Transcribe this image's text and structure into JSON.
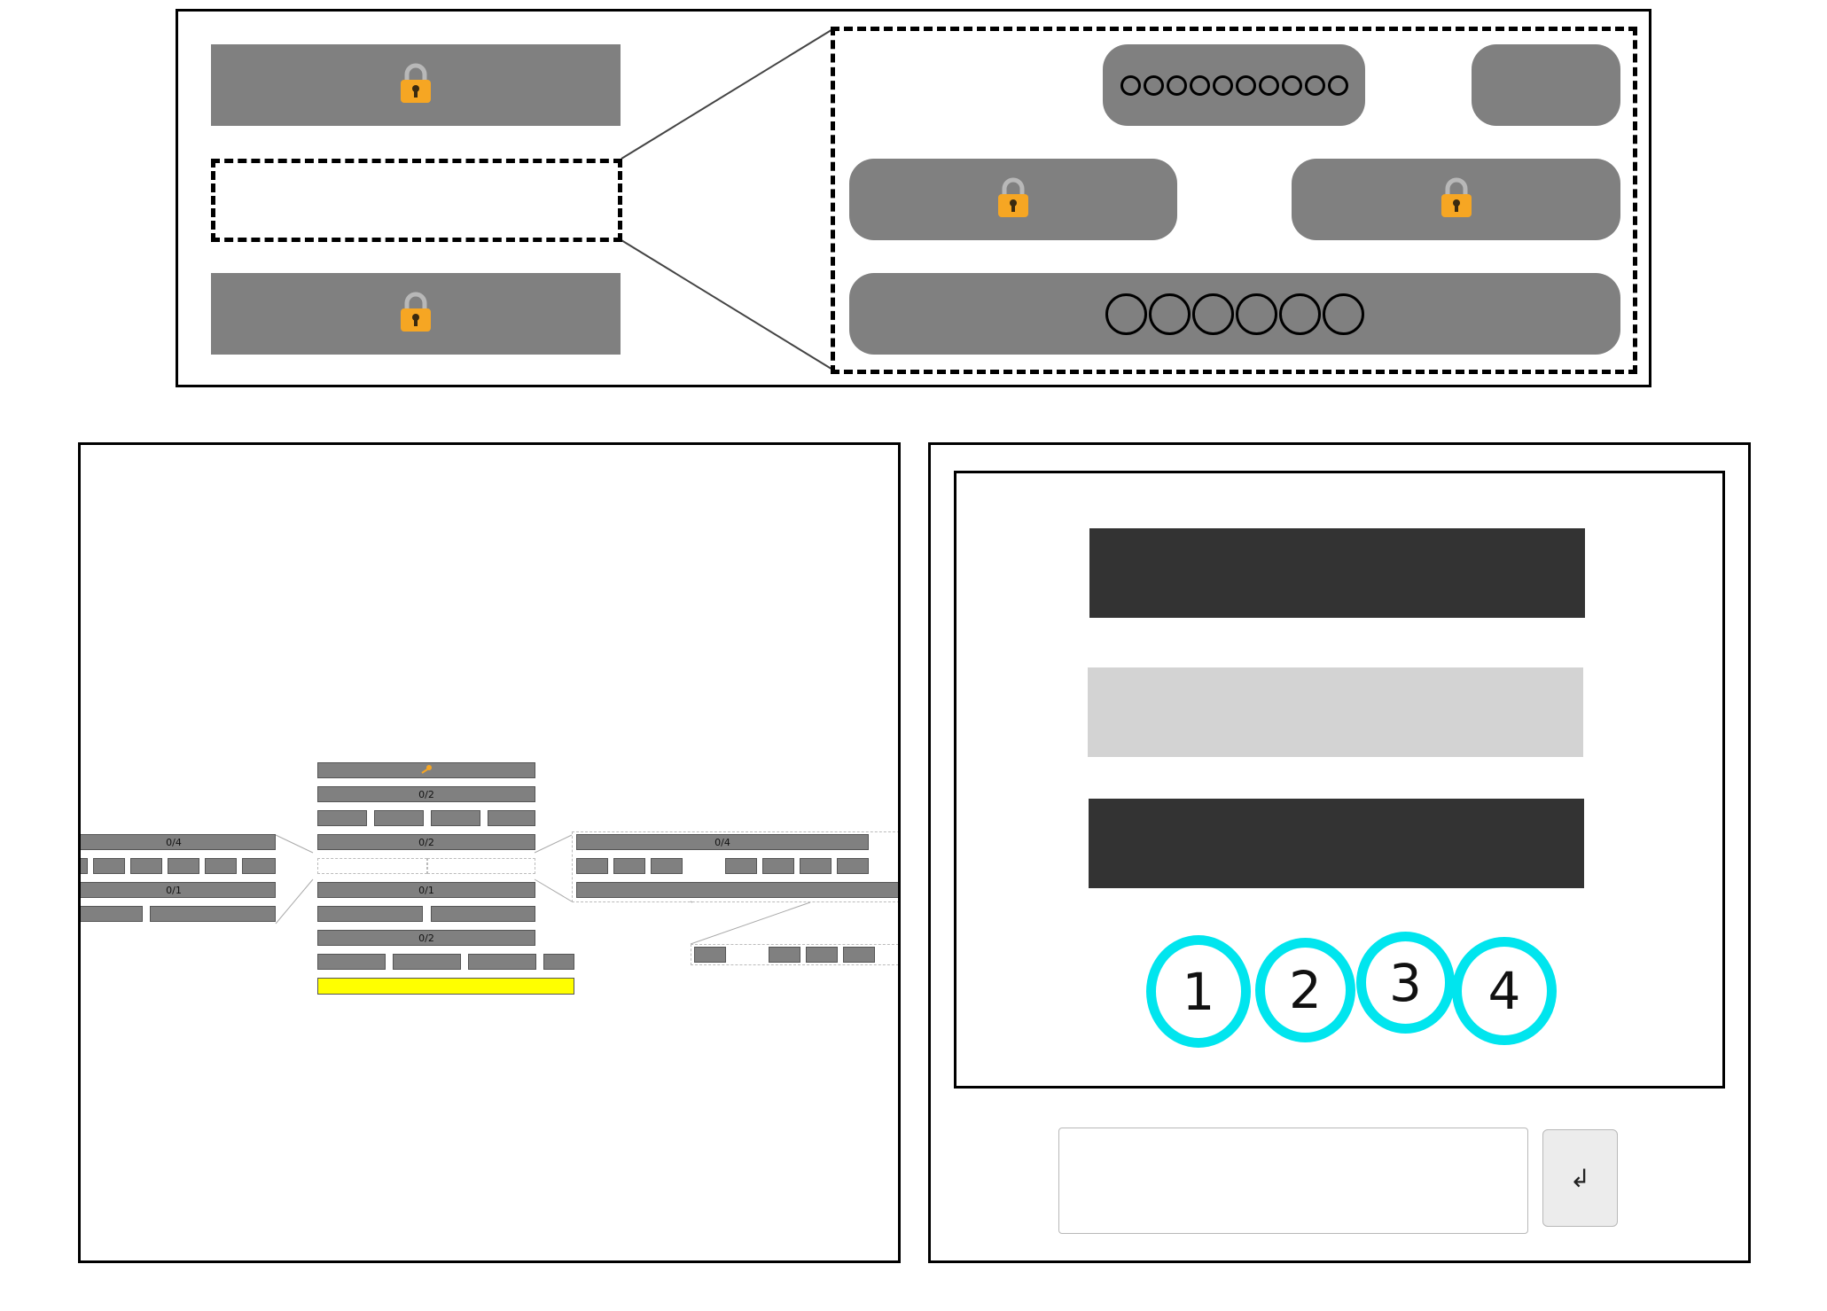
{
  "top_panel": {
    "left_locks": [
      "lock",
      "lock"
    ],
    "zoom_row1_circles": 10,
    "zoom_row3_circles": 6
  },
  "middle_panel": {
    "labels": {
      "key_row": "",
      "r1": "0/2",
      "r3": "0/2",
      "r5": "0/1",
      "r7": "0/2",
      "left_top": "0/4",
      "left_mid": "0/1",
      "right_top": "0/4"
    }
  },
  "right_panel": {
    "bars": [
      {
        "color": "#333333"
      },
      {
        "color": "#d3d3d3"
      },
      {
        "color": "#333333"
      }
    ],
    "numbers": [
      "1",
      "2",
      "3",
      "4"
    ],
    "answer_input": {
      "value": "",
      "placeholder": ""
    },
    "enter_label": "↲"
  },
  "colors": {
    "highlight": "#ffff00",
    "circle_ring": "#00e5ee",
    "lock_body": "#f6a623"
  }
}
